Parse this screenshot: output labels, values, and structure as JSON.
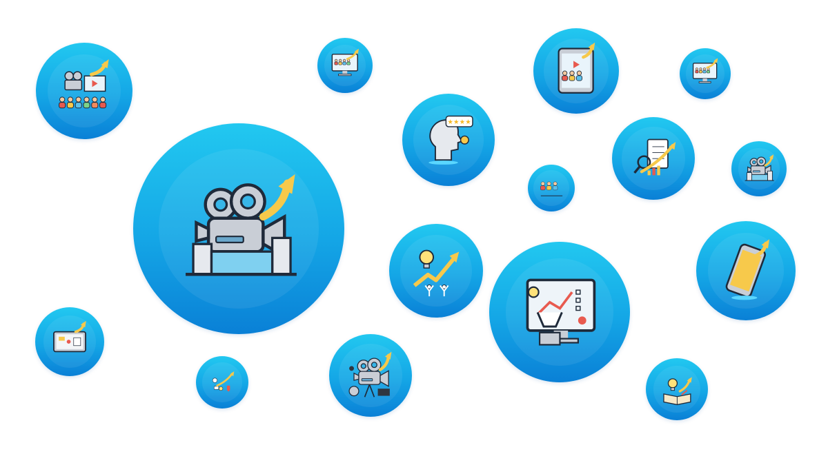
{
  "colors": {
    "bubble_top": "#22c8f0",
    "bubble_bottom": "#0a80d6",
    "arrow": "#f7c94b",
    "outline": "#1f2a3a",
    "device": "#c9ced6"
  },
  "bubbles": [
    {
      "icon": "film-audience-icon",
      "type": "audience"
    },
    {
      "icon": "monitor-audience-icon",
      "type": "monitor"
    },
    {
      "icon": "tablet-video-icon",
      "type": "tablet"
    },
    {
      "icon": "monitor-growth-icon",
      "type": "monitor"
    },
    {
      "icon": "head-review-icon",
      "type": "head"
    },
    {
      "icon": "checklist-growth-icon",
      "type": "checklist"
    },
    {
      "icon": "camera-city-icon",
      "type": "camera"
    },
    {
      "icon": "team-icon",
      "type": "team"
    },
    {
      "icon": "camera-city-growth-icon",
      "type": "camera"
    },
    {
      "icon": "idea-growth-icon",
      "type": "bulb"
    },
    {
      "icon": "monitor-person-icon",
      "type": "monitorperson"
    },
    {
      "icon": "smartphone-growth-icon",
      "type": "phone"
    },
    {
      "icon": "tablet-chat-icon",
      "type": "tabletchat"
    },
    {
      "icon": "marketing-tools-icon",
      "type": "misc"
    },
    {
      "icon": "camera-production-icon",
      "type": "cameramic"
    },
    {
      "icon": "book-idea-icon",
      "type": "book"
    }
  ]
}
